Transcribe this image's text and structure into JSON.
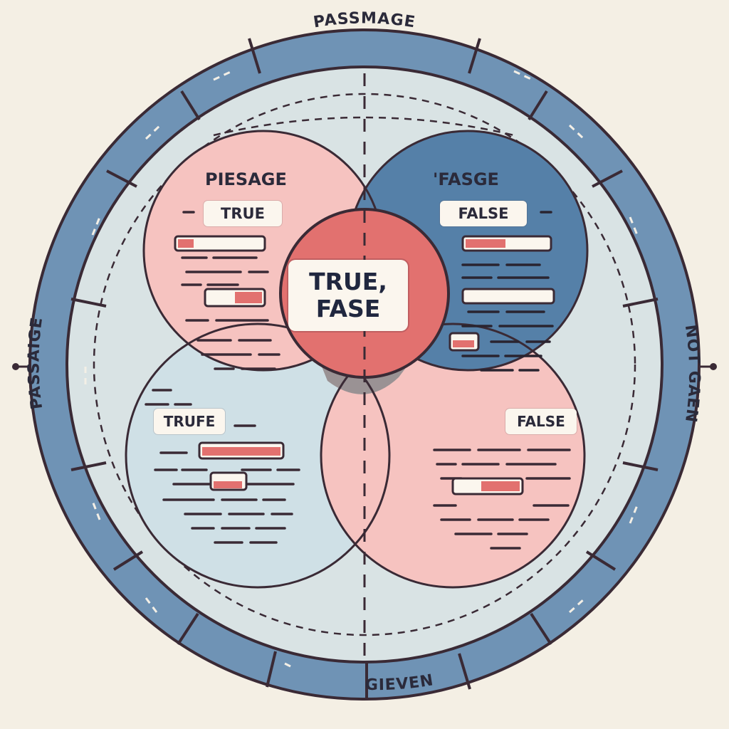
{
  "ring": {
    "top": "PASSMAGE",
    "left": "PASSAIGE",
    "right": "NOT GAEN",
    "bottom": "GIEVEN"
  },
  "circles": {
    "top_left": {
      "heading": "PIESAGE",
      "label": "TRUE"
    },
    "top_right": {
      "heading": "'FASGE",
      "label": "FALSE"
    },
    "bottom_left": {
      "label": "TRUFE"
    },
    "bottom_right": {
      "label": "FALSE"
    }
  },
  "center": {
    "line1": "TRUE,",
    "line2": "FASE"
  },
  "colors": {
    "background": "#f4efe4",
    "ring_blue": "#6f93b5",
    "pale_blue": "#d6e3e6",
    "pink": "#f6c3c0",
    "dark_blue": "#5580a8",
    "red": "#e2716f",
    "outline": "#3a2a35"
  }
}
